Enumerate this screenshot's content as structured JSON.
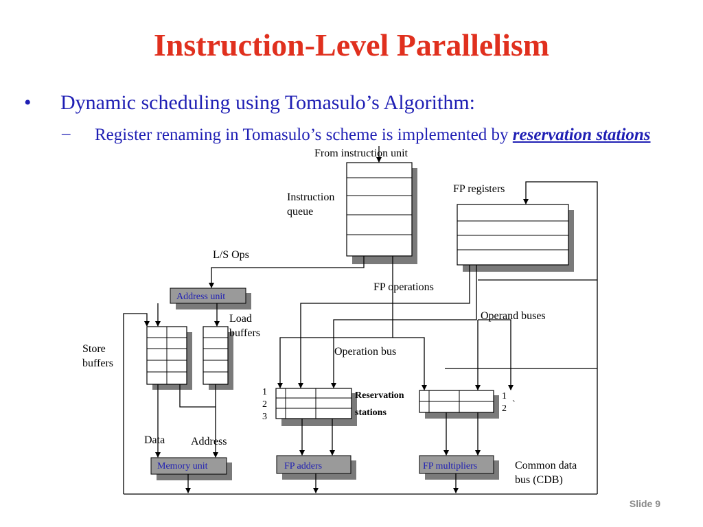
{
  "title": "Instruction-Level Parallelism",
  "bullets": {
    "level1_marker": "•",
    "level1_text": "Dynamic scheduling using Tomasulo’s Algorithm",
    "level1_colon": ":",
    "level2_marker": "–",
    "level2_text": "Register renaming in Tomasulo’s scheme is implemented by ",
    "level2_emphasis": "reservation stations"
  },
  "diagram": {
    "from_instruction_unit": "From instruction unit",
    "instruction_queue_line1": "Instruction",
    "instruction_queue_line2": "queue",
    "fp_registers": "FP registers",
    "ls_ops": "L/S Ops",
    "fp_operations": "FP operations",
    "address_unit": "Address unit",
    "load_buffers_line1": "Load",
    "load_buffers_line2": "buffers",
    "operand_buses": "Operand buses",
    "store_buffers_line1": "Store",
    "store_buffers_line2": "buffers",
    "operation_bus": "Operation bus",
    "rs_adders_numbers": [
      "1",
      "2",
      "3"
    ],
    "rs_mult_numbers": [
      "1",
      "2"
    ],
    "reservation_line1": "Reservation",
    "reservation_line2": "stations",
    "data": "Data",
    "address": "Address",
    "memory_unit": "Memory unit",
    "fp_adders": "FP adders",
    "fp_multipliers": "FP multipliers",
    "cdb_line1": "Common data",
    "cdb_line2": "bus (CDB)",
    "stray_mark": "`"
  },
  "footer": {
    "slide": "Slide 9"
  },
  "colors": {
    "title": "#e0301e",
    "bullet_text": "#1f1fb4",
    "unit_fill": "#9a9a9a",
    "shadow": "#7a7a7a",
    "unit_text": "#1f1fb4"
  }
}
